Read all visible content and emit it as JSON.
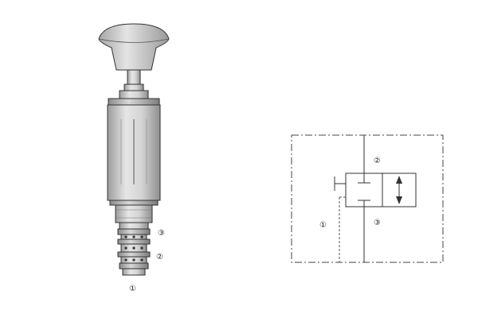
{
  "figure": {
    "valve_illustration": {
      "port_labels": [
        "①",
        "②",
        "③"
      ]
    },
    "hydraulic_schematic": {
      "port_labels": [
        "①",
        "②",
        "③"
      ]
    }
  }
}
